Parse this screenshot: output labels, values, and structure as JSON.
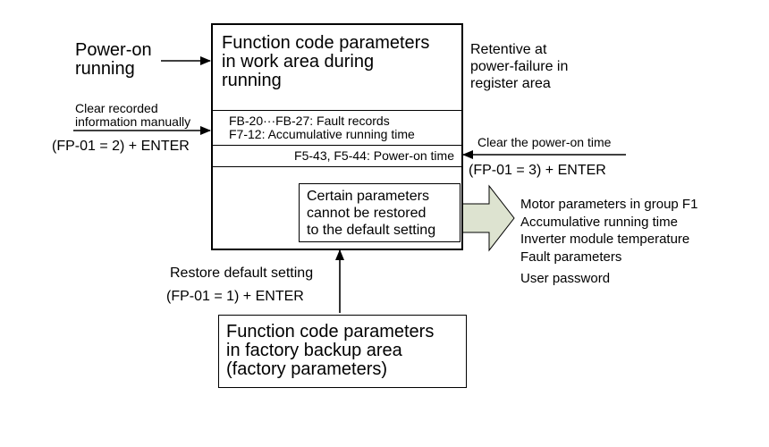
{
  "main_box": {
    "title_lines": [
      "Function code parameters",
      "in work area during",
      "running"
    ],
    "records_lines": [
      "FB-20···FB-27: Fault records",
      "F7-12: Accumulative running time"
    ],
    "power_on_label": "F5-43, F5-44: Power-on time",
    "restore_lines": [
      "Certain parameters",
      "cannot be restored",
      "to the default setting"
    ]
  },
  "power_on_running": [
    "Power-on",
    "running"
  ],
  "retentive_note": [
    "Retentive at",
    "power-failure in",
    "register area"
  ],
  "clear_records": {
    "lines": [
      "Clear recorded",
      "information manually"
    ],
    "command": "(FP-01 = 2) + ENTER"
  },
  "clear_power_on": {
    "label": "Clear the power-on time",
    "command": "(FP-01 = 3) + ENTER"
  },
  "excluded_list": [
    "Motor parameters in group F1",
    "Accumulative running time",
    "Inverter module temperature",
    "Fault parameters",
    "User password"
  ],
  "restore_default": {
    "label": "Restore default setting",
    "command": "(FP-01 = 1) + ENTER"
  },
  "factory_box": {
    "lines": [
      "Function code parameters",
      "in factory backup area",
      "(factory parameters)"
    ]
  },
  "colors": {
    "big_arrow_fill": "#dde3d0",
    "line": "#000000"
  }
}
